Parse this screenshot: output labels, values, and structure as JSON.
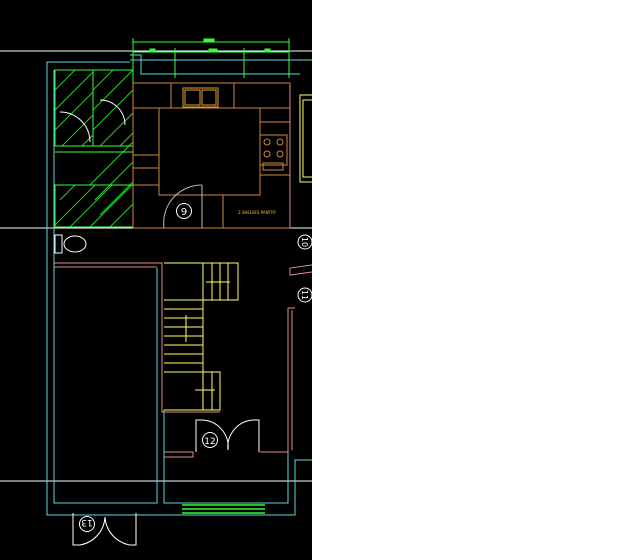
{
  "colors": {
    "background": "#000000",
    "white": "#ffffff",
    "cyan": "#5fd7d7",
    "green": "#33ff33",
    "orange": "#d08a3c",
    "pink": "#e08a8a",
    "yellow": "#ffff66",
    "gray": "#999999"
  },
  "tags": {
    "t9": "9",
    "t10": "10",
    "t11": "11",
    "t12": "12",
    "t13": "13"
  },
  "labels": {
    "pantry": "3 SHELVES PANTRY"
  }
}
